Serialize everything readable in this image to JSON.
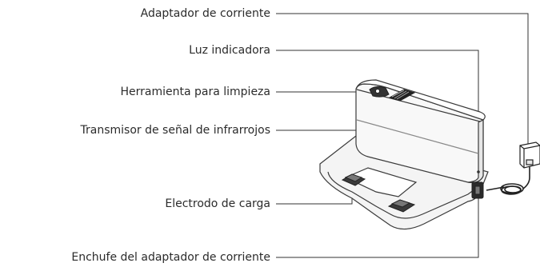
{
  "labels": [
    {
      "id": "power-adapter",
      "text": "Adaptador de corriente"
    },
    {
      "id": "indicator-light",
      "text": "Luz indicadora"
    },
    {
      "id": "cleaning-tool",
      "text": "Herramienta para limpieza"
    },
    {
      "id": "ir-transmitter",
      "text": "Transmisor de señal de infrarrojos"
    },
    {
      "id": "charging-electrode",
      "text": "Electrodo de carga"
    },
    {
      "id": "adapter-plug",
      "text": "Enchufe del adaptador de corriente"
    }
  ]
}
